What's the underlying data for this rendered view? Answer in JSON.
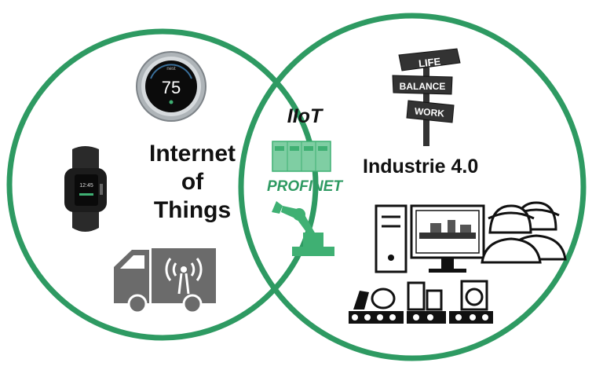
{
  "colors": {
    "circle_ring": "#2e9a62",
    "accent_green": "#3fb073",
    "icon_dark": "#1a1a1a",
    "icon_gray": "#6b6b6b"
  },
  "left_circle": {
    "title_lines": [
      "Internet",
      "of",
      "Things"
    ]
  },
  "right_circle": {
    "title": "Industrie 4.0"
  },
  "overlap": {
    "title": "IIoT",
    "subtitle": "PROFINET"
  },
  "icons": {
    "thermostat": {
      "name": "thermostat-icon",
      "brand": "nest",
      "temperature": "75"
    },
    "fitness_band": {
      "name": "fitness-tracker-icon",
      "time": "12:45"
    },
    "truck": {
      "name": "connected-truck-icon"
    },
    "plc": {
      "name": "plc-controller-icon"
    },
    "robot_arm": {
      "name": "robot-arm-icon"
    },
    "signpost": {
      "name": "signpost-icon",
      "signs": [
        "LIFE",
        "BALANCE",
        "WORK"
      ]
    },
    "computer": {
      "name": "computer-icon"
    },
    "workers": {
      "name": "workers-icon"
    },
    "production_line": {
      "name": "production-line-icon"
    }
  }
}
